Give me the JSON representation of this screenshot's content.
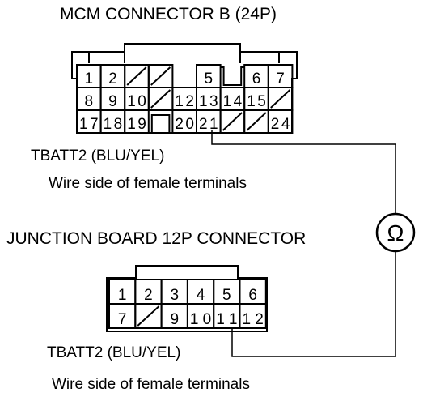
{
  "connector_b": {
    "title": "MCM CONNECTOR B (24P)",
    "rows": [
      [
        "1",
        "2",
        "/",
        "/",
        "",
        "5",
        "",
        "6",
        "7"
      ],
      [
        "8",
        "9",
        "10",
        "/",
        "12",
        "13",
        "14",
        "15",
        "/"
      ],
      [
        "17",
        "18",
        "19",
        "",
        "20",
        "21",
        "/",
        "/",
        "24"
      ]
    ],
    "probe_pin": "21",
    "wire_label": "TBATT2 (BLU/YEL)",
    "side_note": "Wire side of female terminals"
  },
  "junction": {
    "title": "JUNCTION BOARD 12P CONNECTOR",
    "rows": [
      [
        "1",
        "2",
        "3",
        "4",
        "5",
        "6"
      ],
      [
        "7",
        "/",
        "9",
        "10",
        "11",
        "12"
      ]
    ],
    "probe_pin": "11",
    "wire_label": "TBATT2 (BLU/YEL)",
    "side_note": "Wire side of female terminals"
  },
  "meter": {
    "symbol": "Ω",
    "icon": "ohmmeter-icon"
  },
  "colors": {
    "line": "#000000",
    "background": "#ffffff"
  }
}
